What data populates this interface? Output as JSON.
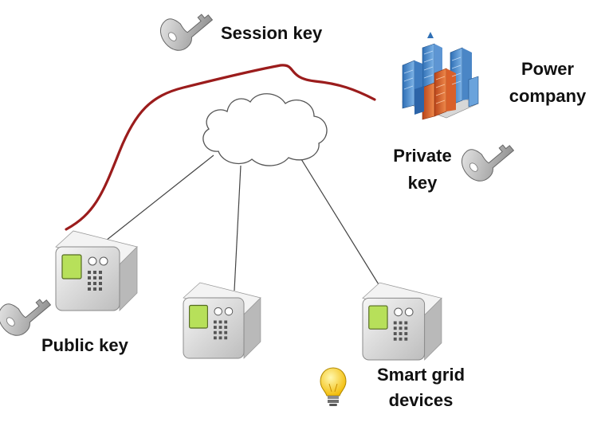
{
  "labels": {
    "session_key": "Session key",
    "power_company_line1": "Power",
    "power_company_line2": "company",
    "private_key_line1": "Private",
    "private_key_line2": "key",
    "public_key": "Public key",
    "smart_grid_line1": "Smart grid",
    "smart_grid_line2": "devices"
  },
  "colors": {
    "session_curve": "#9b1c1c",
    "connector": "#444444",
    "key_fill": "#c8c8c8",
    "device_body": "#e6e6e6",
    "device_screen": "#b7e05a",
    "cloud_fill": "#ffffff",
    "bulb": "#ffd21a"
  },
  "icons": {
    "keys": [
      "key-icon",
      "key-icon",
      "key-icon"
    ],
    "devices": [
      "smart-meter-icon",
      "smart-meter-icon",
      "smart-meter-icon"
    ],
    "cloud": "cloud-icon",
    "company": "city-buildings-icon",
    "bulb": "lightbulb-icon"
  }
}
